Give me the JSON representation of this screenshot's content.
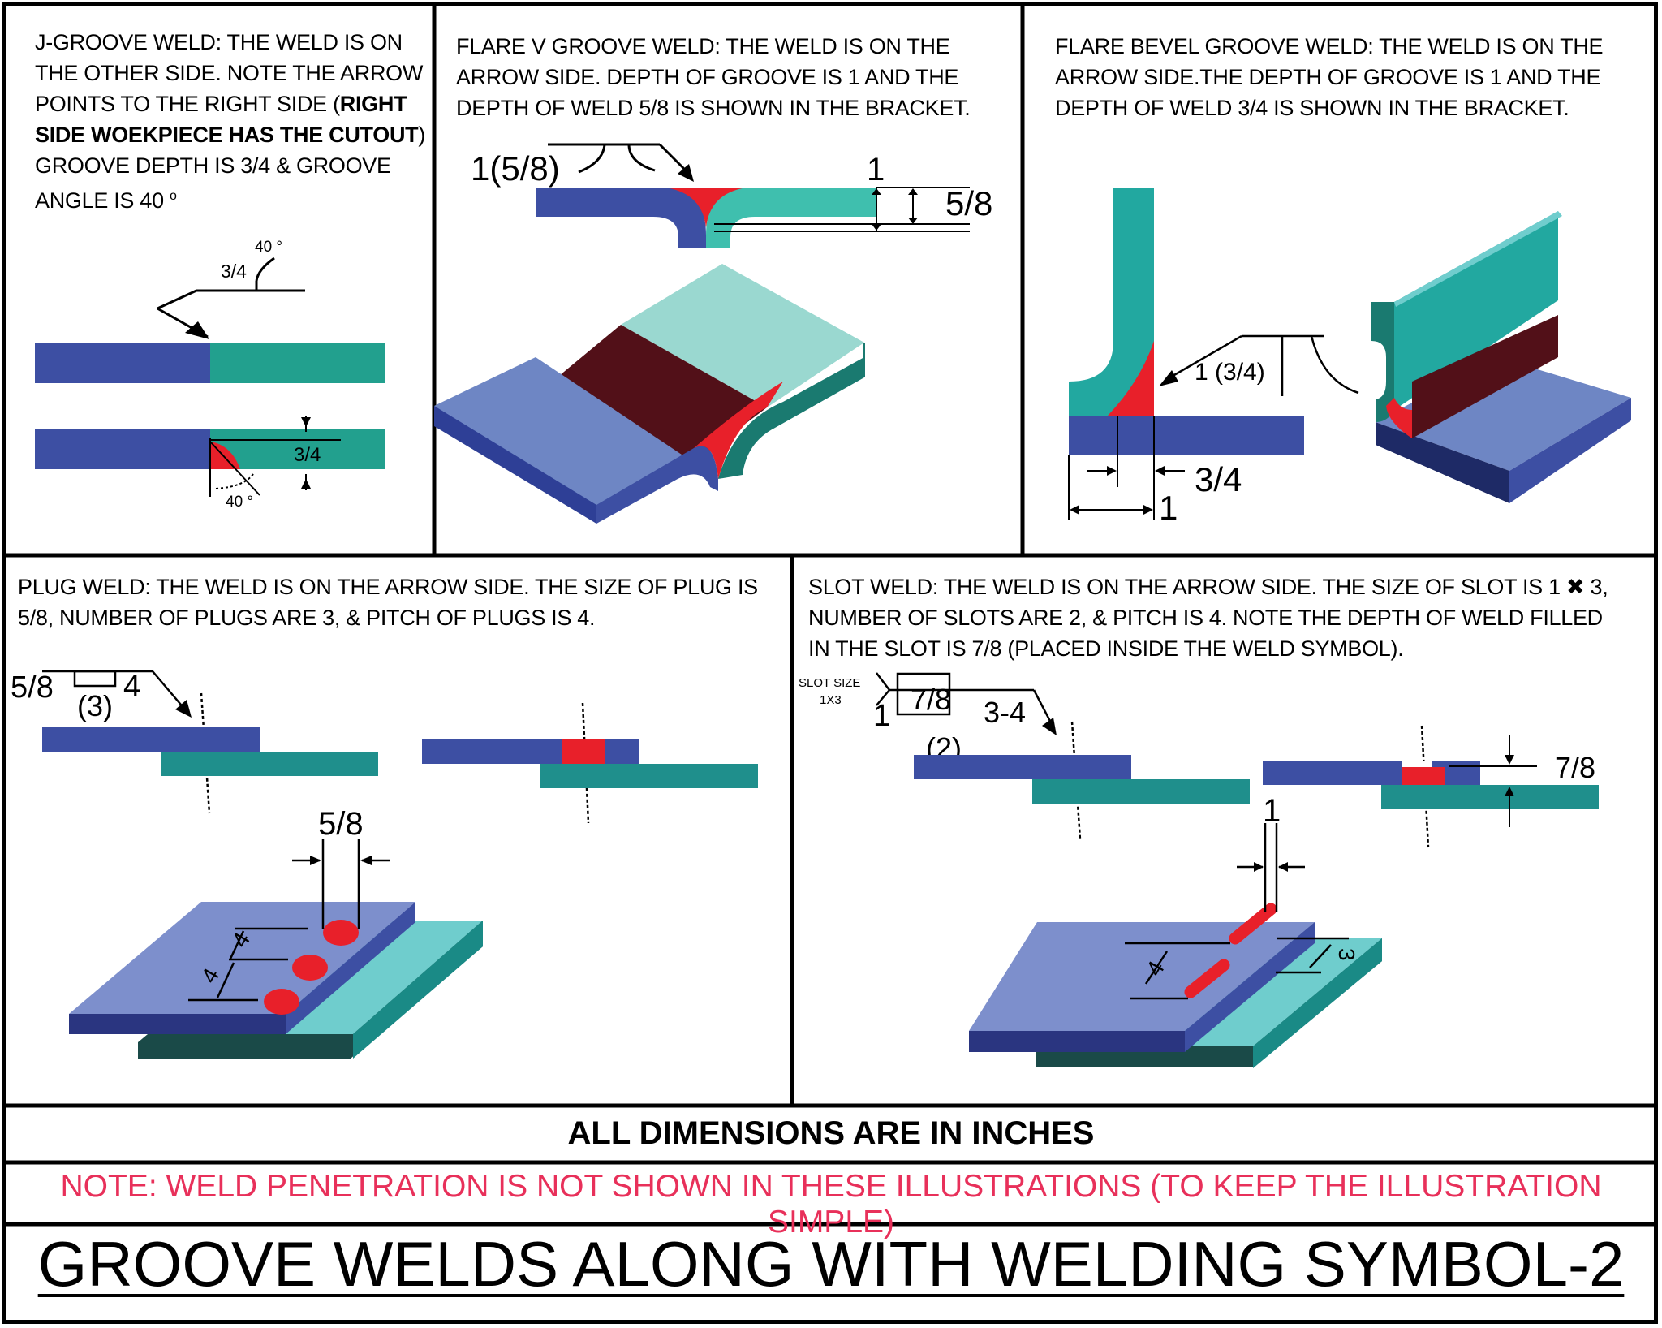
{
  "panels": {
    "j_groove": {
      "line1": "J-GROOVE WELD: THE WELD IS ON",
      "line2": "THE OTHER SIDE. NOTE THE ARROW",
      "line3_pre": "POINTS TO THE RIGHT SIDE (",
      "line3_bold": "RIGHT",
      "line4_bold": "SIDE WOEKPIECE HAS THE CUTOUT",
      "line4_post": ")",
      "line5": "GROOVE DEPTH IS 3/4 & GROOVE",
      "line6": "ANGLE IS 40",
      "degree_mark": "o",
      "symbol_angle": "40 °",
      "symbol_depth": "3/4",
      "dim_depth": "3/4",
      "dim_angle": "40 °"
    },
    "flare_v": {
      "line1": "FLARE V GROOVE WELD: THE WELD IS ON THE",
      "line2": "ARROW  SIDE. DEPTH OF GROOVE IS 1 AND THE",
      "line3": "DEPTH OF  WELD  5/8 IS SHOWN IN THE BRACKET.",
      "symbol_label": "1(5/8)",
      "dim_groove": "1",
      "dim_weld": "5/8"
    },
    "flare_bevel": {
      "line1": "FLARE BEVEL GROOVE WELD: THE WELD IS ON THE",
      "line2": "ARROW SIDE.THE DEPTH OF GROOVE  IS 1 AND THE",
      "line3": "DEPTH OF WELD 3/4 IS SHOWN IN THE BRACKET.",
      "symbol_label": "1 (3/4)",
      "dim_weld": "3/4",
      "dim_groove": "1"
    },
    "plug": {
      "line1": "PLUG WELD: THE WELD IS ON THE ARROW SIDE. THE SIZE OF PLUG IS",
      "line2": "5/8, NUMBER OF PLUGS ARE 3, & PITCH OF PLUGS IS 4.",
      "symbol_size": "5/8",
      "symbol_count": "(3)",
      "symbol_pitch": "4",
      "dim_size": "5/8",
      "dim_pitch_a": "4",
      "dim_pitch_b": "4"
    },
    "slot": {
      "line1": "SLOT WELD: THE WELD IS ON THE ARROW SIDE. THE SIZE OF SLOT IS 1 ✖ 3,",
      "line2": "NUMBER OF SLOTS ARE 2, & PITCH  IS 4. NOTE THE DEPTH OF WELD FILLED",
      "line3": "IN THE SLOT IS 7/8 (PLACED INSIDE THE WELD SYMBOL).",
      "slot_size_label": "SLOT SIZE",
      "slot_size_value": "1X3",
      "symbol_width": "1",
      "symbol_depth": "7/8",
      "symbol_pitch": "3-4",
      "symbol_count": "(2)",
      "dim_depth": "7/8",
      "dim_width": "1",
      "dim_pitch": "4",
      "dim_length": "3"
    }
  },
  "footer": {
    "dimensions_note": "ALL DIMENSIONS ARE IN INCHES",
    "penetration_note": "NOTE: WELD PENETRATION IS NOT SHOWN IN THESE ILLUSTRATIONS (TO KEEP THE ILLUSTRATION SIMPLE)",
    "title": "GROOVE WELDS ALONG WITH WELDING SYMBOL-2"
  },
  "colors": {
    "blue": "#3d4fa3",
    "blue_light": "#6e86c4",
    "blue_dark": "#1e2a66",
    "teal": "#22a08e",
    "teal_light": "#6fcdcd",
    "teal_dark": "#1a7a70",
    "weld_red": "#e8202a",
    "weld_dark": "#521018",
    "note_pink": "#e8305a"
  }
}
